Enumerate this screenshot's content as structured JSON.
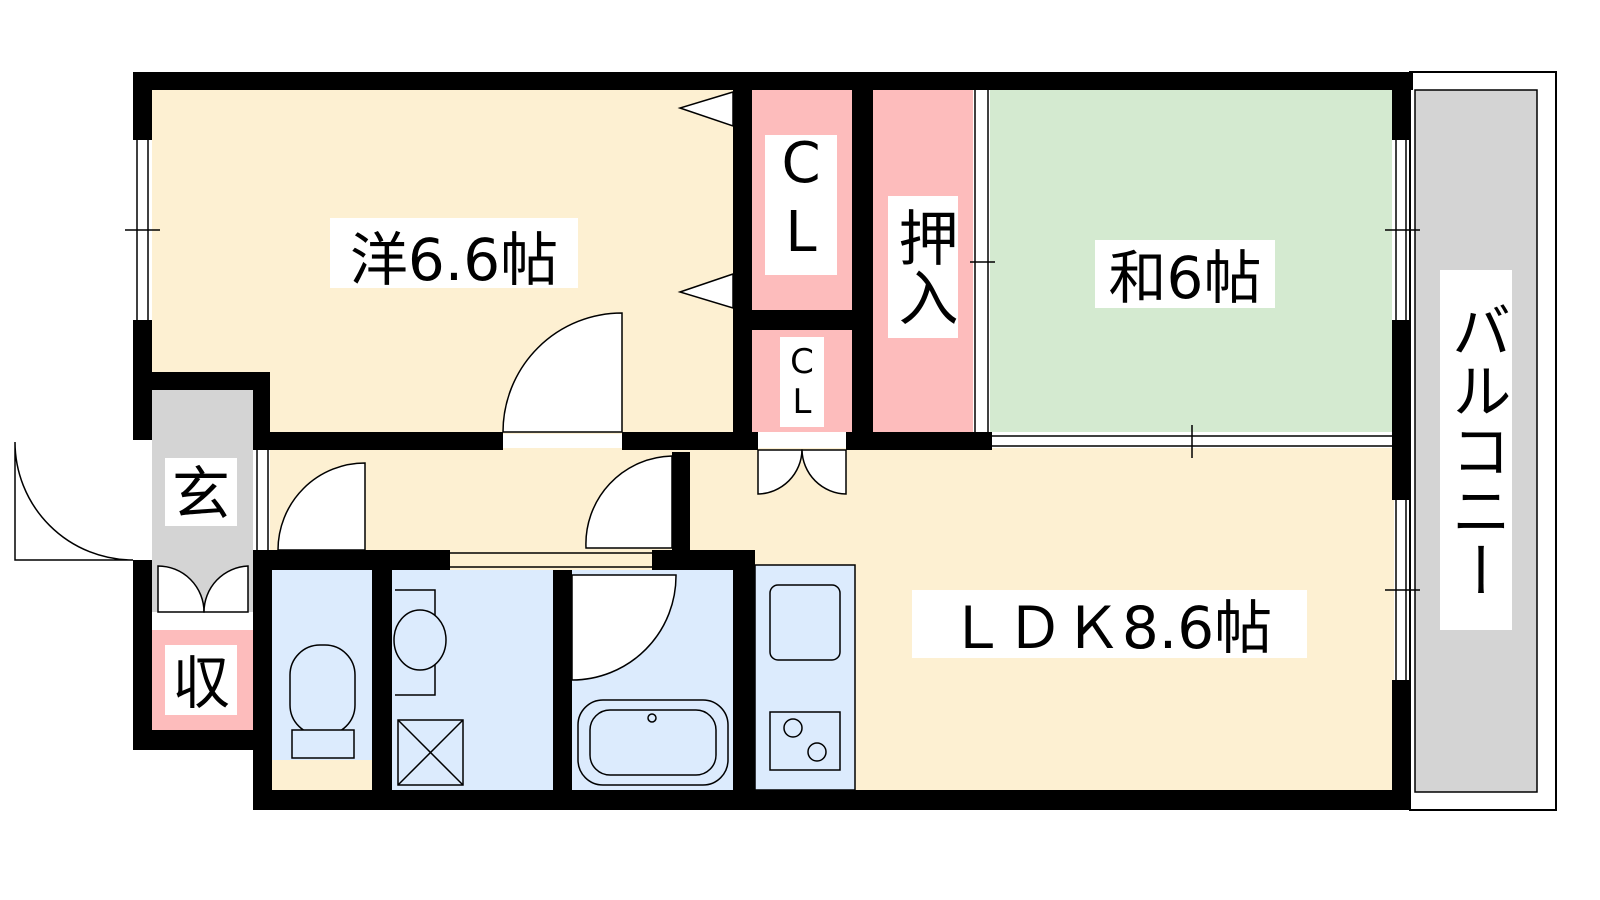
{
  "colors": {
    "room": "#fdf0d2",
    "closet": "#fdbcbc",
    "washitsu": "#d4ead0",
    "wet": "#dcebfd",
    "entrance": "#d4d4d4",
    "balcony": "#d4d4d4",
    "wall": "#000000"
  },
  "rooms": {
    "western": "洋6.6帖",
    "closet1": "CL",
    "closet2": "CL",
    "oshiire": "押入",
    "washitsu": "和6帖",
    "balcony": "バルコニー",
    "entrance": "玄",
    "storage": "収",
    "ldk": "ＬＤＫ8.6帖"
  }
}
